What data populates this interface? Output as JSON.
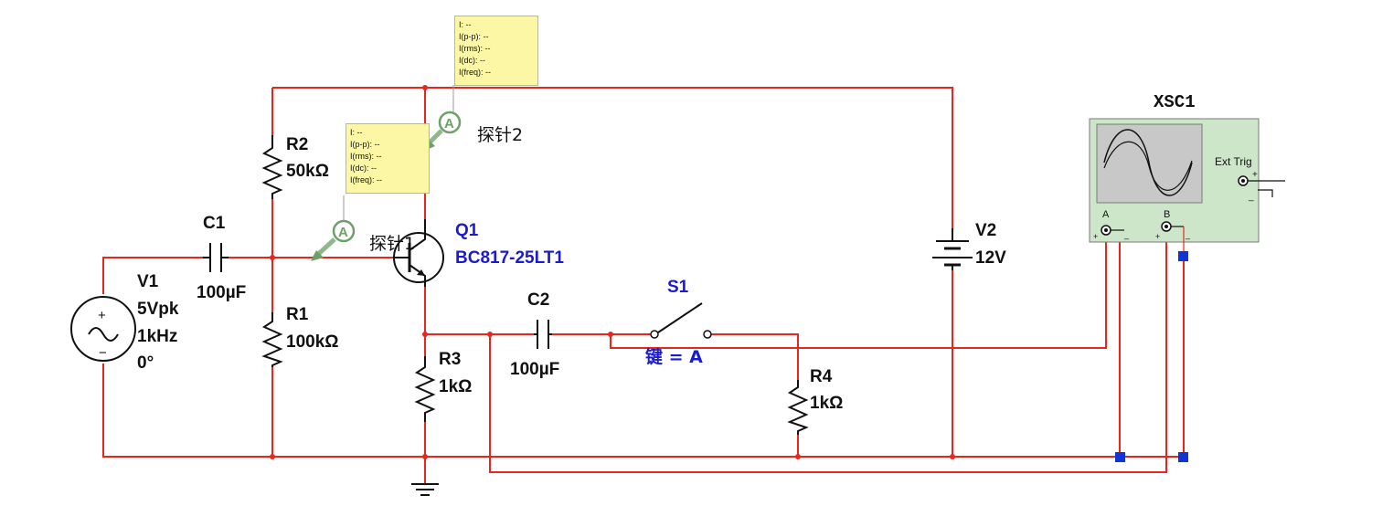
{
  "colors": {
    "wire": "#e8261c",
    "component": "#111111",
    "label_blue": "#1a1ad2",
    "probe_box": "#fbf7a4",
    "scope_body": "#cde6c9",
    "scope_screen": "#c8c8c8",
    "port": "#1035d6"
  },
  "components": {
    "v1": {
      "ref": "V1",
      "amplitude": "5Vpk",
      "frequency": "1kHz",
      "phase": "0°"
    },
    "c1": {
      "ref": "C1",
      "value": "100µF"
    },
    "r1": {
      "ref": "R1",
      "value": "100kΩ"
    },
    "r2": {
      "ref": "R2",
      "value": "50kΩ"
    },
    "r3": {
      "ref": "R3",
      "value": "1kΩ"
    },
    "r4": {
      "ref": "R4",
      "value": "1kΩ"
    },
    "q1": {
      "ref": "Q1",
      "model": "BC817-25LT1"
    },
    "c2": {
      "ref": "C2",
      "value": "100µF"
    },
    "s1": {
      "ref": "S1",
      "key": "键 = A"
    },
    "v2": {
      "ref": "V2",
      "value": "12V"
    },
    "xsc1": {
      "ref": "XSC1",
      "ext_trig": "Ext Trig",
      "channel_a": "A",
      "channel_b": "B",
      "plus": "+",
      "minus": "_"
    }
  },
  "probes": [
    {
      "name": "探针1",
      "symbol": "A",
      "readings": [
        "I: --",
        "I(p-p): --",
        "I(rms): --",
        "I(dc): --",
        "I(freq): --"
      ]
    },
    {
      "name": "探针2",
      "symbol": "A",
      "readings": [
        "I: --",
        "I(p-p): --",
        "I(rms): --",
        "I(dc): --",
        "I(freq): --"
      ]
    }
  ],
  "source_symbols": {
    "plus": "+",
    "minus": "−",
    "wave": "~"
  }
}
